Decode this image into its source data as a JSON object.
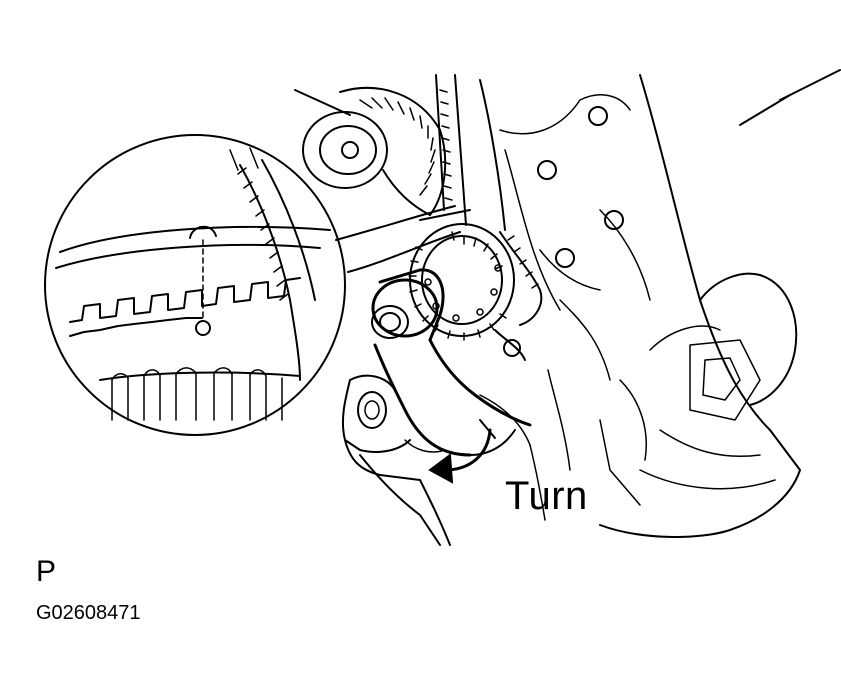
{
  "labels": {
    "turn": "Turn",
    "view": "P",
    "figure_id": "G02608471"
  },
  "colors": {
    "ink": "#000000",
    "paper": "#ffffff"
  }
}
